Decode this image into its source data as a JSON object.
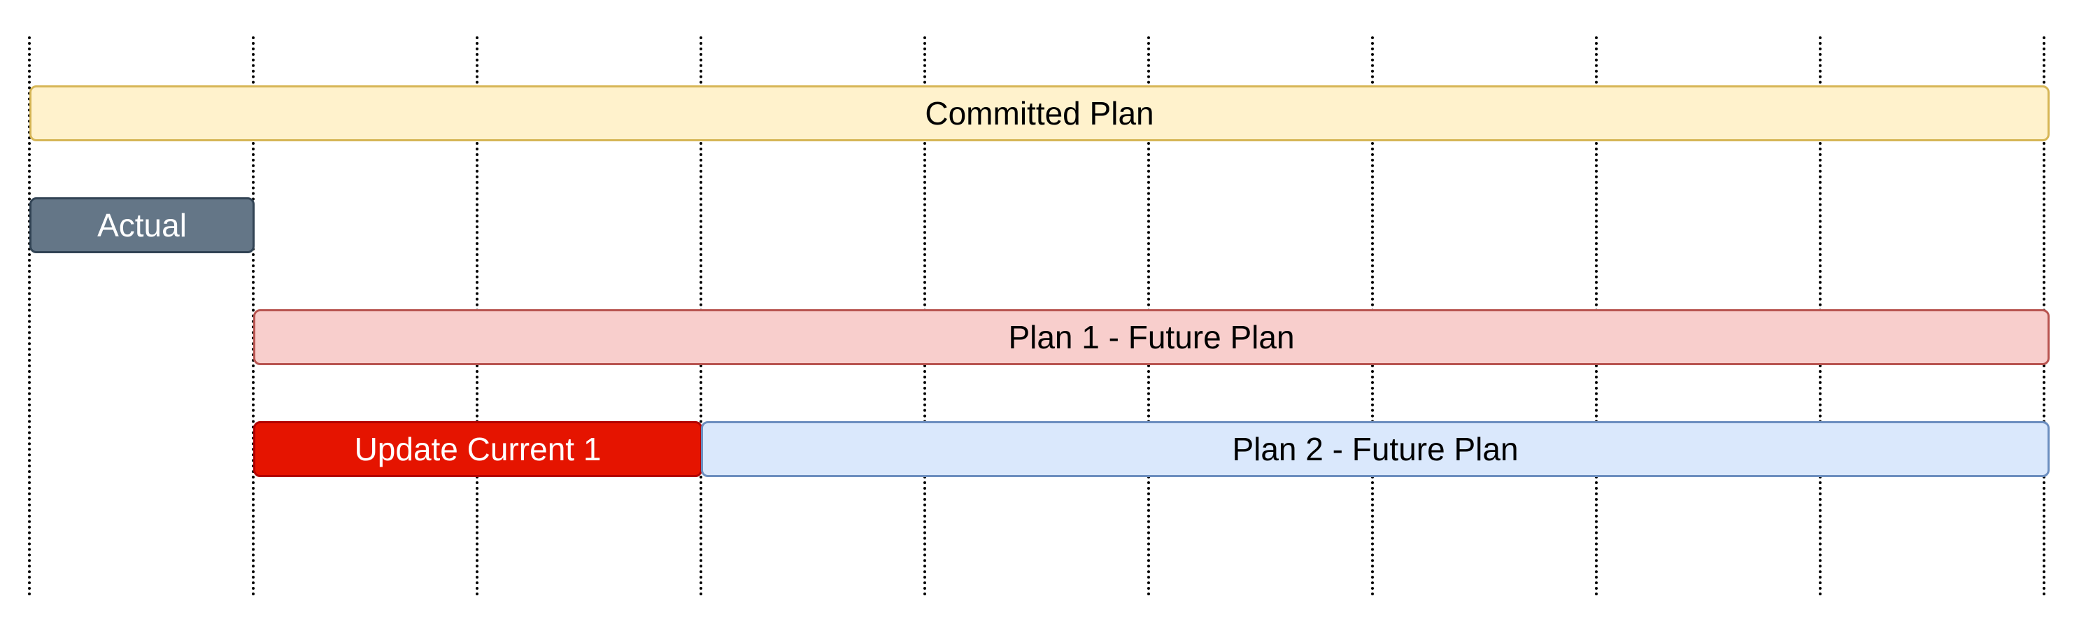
{
  "gridlines": {
    "count": 10,
    "style": "dotted",
    "color": "#000000"
  },
  "bars": {
    "committed": {
      "label": "Committed Plan",
      "fill": "#fff2cc",
      "stroke": "#d6b656",
      "text_color": "#000000"
    },
    "actual": {
      "label": "Actual",
      "fill": "#647687",
      "stroke": "#314354",
      "text_color": "#ffffff"
    },
    "plan1": {
      "label": "Plan 1 - Future Plan",
      "fill": "#f8cecc",
      "stroke": "#b85450",
      "text_color": "#000000"
    },
    "update_current": {
      "label": "Update Current 1",
      "fill": "#e51400",
      "stroke": "#b20000",
      "text_color": "#ffffff"
    },
    "plan2": {
      "label": "Plan 2 - Future Plan",
      "fill": "#dae8fc",
      "stroke": "#6c8ebf",
      "text_color": "#000000"
    }
  }
}
